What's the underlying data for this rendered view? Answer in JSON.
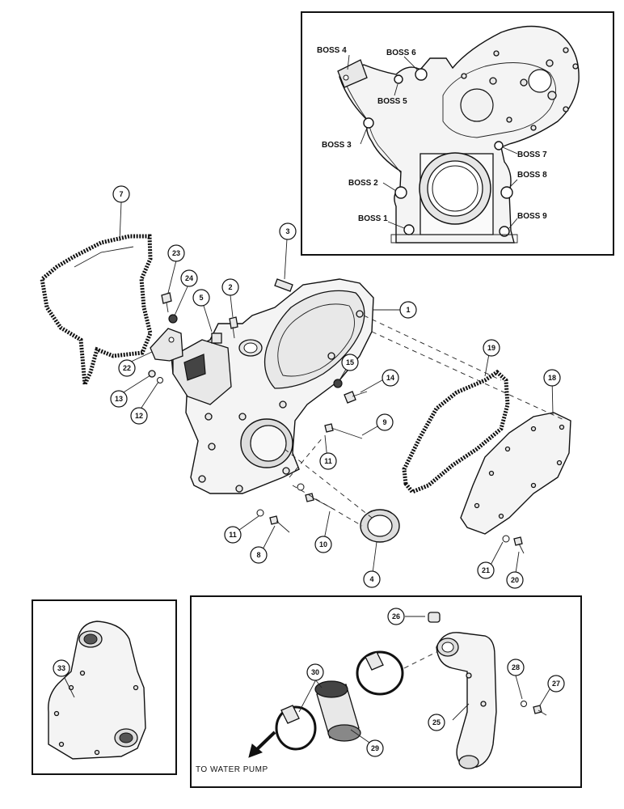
{
  "inset_bosses": {
    "labels": [
      "BOSS 1",
      "BOSS 2",
      "BOSS 3",
      "BOSS 4",
      "BOSS 5",
      "BOSS 6",
      "BOSS 7",
      "BOSS 8",
      "BOSS 9"
    ]
  },
  "callouts": [
    "1",
    "2",
    "3",
    "4",
    "5",
    "7",
    "8",
    "9",
    "10",
    "11",
    "11",
    "12",
    "13",
    "14",
    "15",
    "18",
    "19",
    "20",
    "21",
    "22",
    "23",
    "24",
    "25",
    "26",
    "27",
    "28",
    "29",
    "30",
    "33"
  ],
  "notes": {
    "to_water_pump": "TO WATER PUMP"
  }
}
